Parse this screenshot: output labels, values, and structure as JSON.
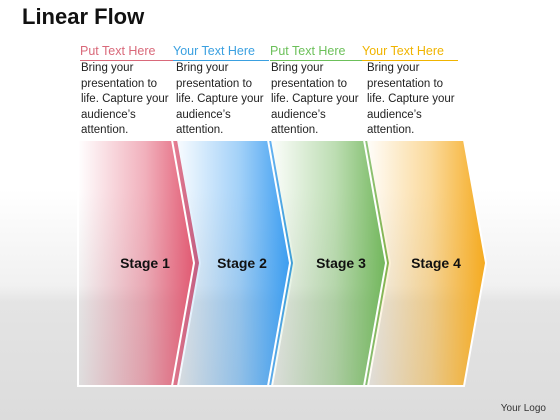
{
  "title": "Linear Flow",
  "columns": [
    {
      "heading": "Put Text Here",
      "heading_color": "#d9697a",
      "body": "Bring your presentation to life. Capture your audience’s attention."
    },
    {
      "heading": "Your Text Here",
      "heading_color": "#3aa0e0",
      "body": "Bring your presentation to life. Capture your audience’s attention."
    },
    {
      "heading": "Put Text Here",
      "heading_color": "#6cc05a",
      "body": "Bring your presentation to life. Capture your audience’s attention."
    },
    {
      "heading": "Your Text Here",
      "heading_color": "#f0b400",
      "body": "Bring your presentation to life. Capture your audience’s attention."
    }
  ],
  "stages": [
    {
      "label": "Stage 1",
      "color": "#e0506a"
    },
    {
      "label": "Stage 2",
      "color": "#3399f0"
    },
    {
      "label": "Stage 3",
      "color": "#6cb455"
    },
    {
      "label": "Stage 4",
      "color": "#f5aa1e"
    }
  ],
  "logo": "Your Logo"
}
